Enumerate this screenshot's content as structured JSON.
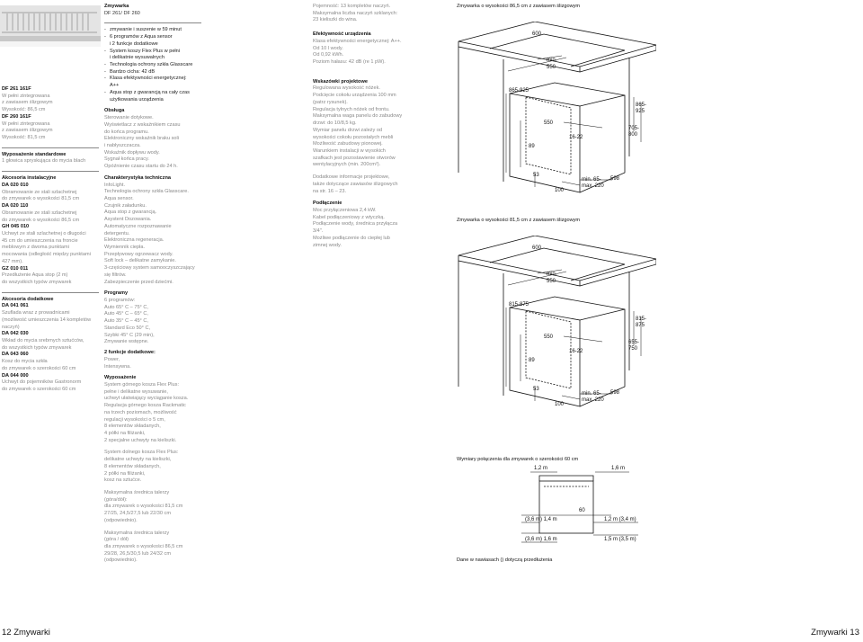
{
  "col1": {
    "models": [
      {
        "code": "DF 261 161F",
        "lines": [
          "W pełni zintegrowana",
          "z zawiasem ślizgowym",
          "Wysokość: 86,5 cm"
        ]
      },
      {
        "code": "DF 260 161F",
        "lines": [
          "W pełni zintegrowana",
          "z zawiasem ślizgowym",
          "Wysokość: 81,5 cm"
        ]
      }
    ],
    "standard": {
      "title": "Wyposażenie standardowe",
      "lines": [
        "1 głowica spryskująca do mycia blach"
      ]
    },
    "install": {
      "title": "Akcesoria instalacyjne",
      "items": [
        {
          "code": "DA 020 010",
          "lines": [
            "Obramowanie ze stali szlachetnej",
            "do zmywarek o wysokości 81,5 cm"
          ]
        },
        {
          "code": "DA 020 110",
          "lines": [
            "Obramowanie ze stali szlachetnej",
            "do zmywarek o wysokości 86,5 cm"
          ]
        },
        {
          "code": "GH 045 010",
          "lines": [
            "Uchwyt ze stali szlachetnej o długości",
            "45 cm do umieszczenia na froncie",
            "meblowym z dwoma punktami",
            "mocowania (odległość między punktami",
            "427 mm)."
          ]
        },
        {
          "code": "GZ 010 011",
          "lines": [
            "Przedłużenie Aqua stop (2 m)",
            "do wszystkich typów zmywarek"
          ]
        }
      ]
    },
    "extra": {
      "title": "Akcesoria dodatkowe",
      "items": [
        {
          "code": "DA 041 061",
          "lines": [
            "Szuflada wraz z prowadnicami",
            "(możliwość umieszczenia 14 kompletów",
            "naczyń)"
          ]
        },
        {
          "code": "DA 042 030",
          "lines": [
            "Wkład do mycia srebrnych sztućców,",
            "do wszystkich typów zmywarek"
          ]
        },
        {
          "code": "DA 043 060",
          "lines": [
            "Kosz do mycia szkła",
            "do zmywarek o szerokości 60 cm"
          ]
        },
        {
          "code": "DA 044 000",
          "lines": [
            "Uchwyt do pojemników Gastronorm",
            "do zmywarek o szerokości 60 cm"
          ]
        }
      ]
    }
  },
  "col2": {
    "title": "Zmywarka",
    "subtitle": "DF 261/ DF 260",
    "features": [
      "zmywanie i suszenie w 59 minut",
      "6 programów z Aqua sensor\ni 2 funkcje dodatkowe",
      "System koszy Flex Plus w pełni\ni delikatnie wysuwalnych",
      "Technologia ochrony szkła Glasscare",
      "Bardzo cicha: 42 dB",
      "Klasa efektywności energetycznej:\nA++",
      "Aqua stop z gwarancją na cały czas\nużytkowania urządzenia"
    ],
    "obsluga": {
      "title": "Obsługa",
      "lines": [
        "Sterowanie dotykowe.",
        "Wyświetlacz z wskaźnikiem czasu",
        "do końca programu.",
        "Elektroniczny wskaźnik braku soli",
        "i nabłyszczacza.",
        "Wskaźnik dopływu wody.",
        "Sygnał końca pracy.",
        "Opóźnienie czasu startu do 24 h."
      ]
    },
    "tech": {
      "title": "Charakterystyka techniczna",
      "lines": [
        "InfoLight.",
        "Technologia ochrony szkła Glasscare.",
        "Aqua sensor.",
        "Czujnik załadunku.",
        "Aqua stop z gwarancją.",
        "Asystent Dozowania.",
        "Automatyczne rozpoznawanie",
        "detergentu.",
        "Elektroniczna regeneracja.",
        "Wymiennik ciepła.",
        "Przepływowy ogrzewacz wody.",
        "Soft lock – delikatne zamykanie.",
        "3-częściowy system samooczyszczający",
        "się filtrów.",
        "Zabezpieczenie przed dziećmi."
      ]
    },
    "programs": {
      "title": "Programy",
      "lines": [
        "6 programów:",
        "Auto 65° C – 75° C,",
        "Auto 45° C – 65° C,",
        "Auto 35° C – 45° C,",
        "Standard Eco 50° C,",
        "Szybki 45° C (29 min),",
        "Zmywanie wstępne."
      ]
    },
    "functions": {
      "title": "2 funkcje dodatkowe:",
      "lines": [
        "Power,",
        "Intensywna."
      ]
    },
    "equip": {
      "title": "Wyposażenie",
      "lines": [
        "System górnego kosza Flex Plus:",
        "pełne i delikatne wysuwanie,",
        "uchwyt ułatwiający wyciąganie kosza.",
        "Regulacja górnego kosza Rackmatic",
        "na trzech poziomach, możliwość",
        "regulacji wysokości o 5 cm,",
        "8 elementów składanych,",
        "4 półki na filiżanki,",
        "2 specjalne uchwyty na kieliszki."
      ]
    },
    "lower": {
      "lines": [
        "System dolnego kosza Flex Plus:",
        "delikatne uchwyty na kieliszki,",
        "8 elementów składanych,",
        "2 półki na filiżanki,",
        "kosz na sztućce."
      ]
    },
    "upper_h": {
      "lines": [
        "Maksymalna średnica talerzy",
        "(góra/dół):",
        "dla zmywarek o wysokości 81,5 cm",
        "27/25, 24,5/27,5 lub 22/30 cm",
        "(odpowiednio)."
      ]
    },
    "lower_h": {
      "lines": [
        "Maksymalna średnica talerzy",
        "(góra / dół)",
        "dla zmywarek o wysokości 86,5 cm",
        "29/28, 26,5/30,5 lub 24/32 cm",
        "(odpowiednio)."
      ]
    }
  },
  "col3": {
    "capacity": {
      "lines": [
        "Pojemność: 13 kompletów naczyń.",
        "Maksymalna liczba naczyń szklanych:",
        "23 kieliszki do wina."
      ]
    },
    "energy": {
      "title": "Efektywność urządzenia",
      "lines": [
        "Klasa efektywności energetycznej: A++.",
        "Od 10 l wody.",
        "Od 0,92 kWh.",
        "Poziom hałasu: 42 dB (re 1 pW)."
      ]
    },
    "design": {
      "title": "Wskazówki projektowe",
      "lines": [
        "Regulowana wysokość nóżek.",
        "Podcięcie cokołu urządzenia 100 mm",
        "(patrz rysunek).",
        "Regulacja tylnych nóżek od frontu.",
        "Maksymalna waga panelu do zabudowy",
        "drzwi: do 10/8,5 kg.",
        "Wymiar panelu drzwi zależy od",
        "wysokości cokołu pozostałych mebli",
        "Możliwość zabudowy pionowej.",
        "Warunkiem instalacji w wysokich",
        "szafkach jest pozostawienie otworów",
        "wentylacyjnych (min. 200cm²)."
      ]
    },
    "hinges": {
      "lines": [
        "Dodatkowe informacje projektowe,",
        "także dotyczące zawiasów ślizgowych",
        "na str. 16 – 23."
      ]
    },
    "connection": {
      "title": "Podłączenie",
      "lines": [
        "Moc przyłączeniowa 2,4 kW.",
        "Kabel podłączeniowy z wtyczką.",
        "Podłączenie wody, średnica przyłącza",
        "3/4\".",
        "Możliwe podłączenie do ciepłej lub",
        "zimnej wody."
      ]
    }
  },
  "figures": {
    "fig1_caption": "Zmywarka o wysokości 86,5 cm z zawiasem ślizgowym",
    "fig1": {
      "d600": "600",
      "dmin550": "min.\n550",
      "d865925": "865-925",
      "d550": "550",
      "d1622": "16-22",
      "d89": "89",
      "d53": "53",
      "d100": "100",
      "dmin65": "min. 65-\nmax. 220",
      "d598": "598",
      "dr865": "865-\n925",
      "dr705": "705-\n800"
    },
    "fig2_caption": "Zmywarka o wysokości 81,5 cm z zawiasem ślizgowym",
    "fig2": {
      "d600": "600",
      "dmin550": "min.\n550",
      "d815875": "815-875",
      "d550": "550",
      "d1622": "16-22",
      "d89": "89",
      "d53": "53",
      "d100": "100",
      "dmin65": "min. 65-\nmax. 220",
      "d598": "598",
      "dr815": "815-\n875",
      "dr655": "655-\n750"
    },
    "fig3_caption": "Wymiary połączenia dla zmywarek o szerokości 60 cm",
    "fig3": {
      "d12m": "1,2 m",
      "d16m": "1,6 m",
      "d60": "60",
      "d36_14": "(3,6 m) 1,4 m",
      "d12_34": "1,2 m (3,4 m)",
      "d36_16": "(3,6 m) 1,6 m",
      "d15_35": "1,5 m (3,5 m)"
    },
    "fig3_note": "Dane w nawiasach () dotyczą przedłużenia"
  },
  "footer": {
    "left": "12 Zmywarki",
    "right": "Zmywarki 13"
  }
}
